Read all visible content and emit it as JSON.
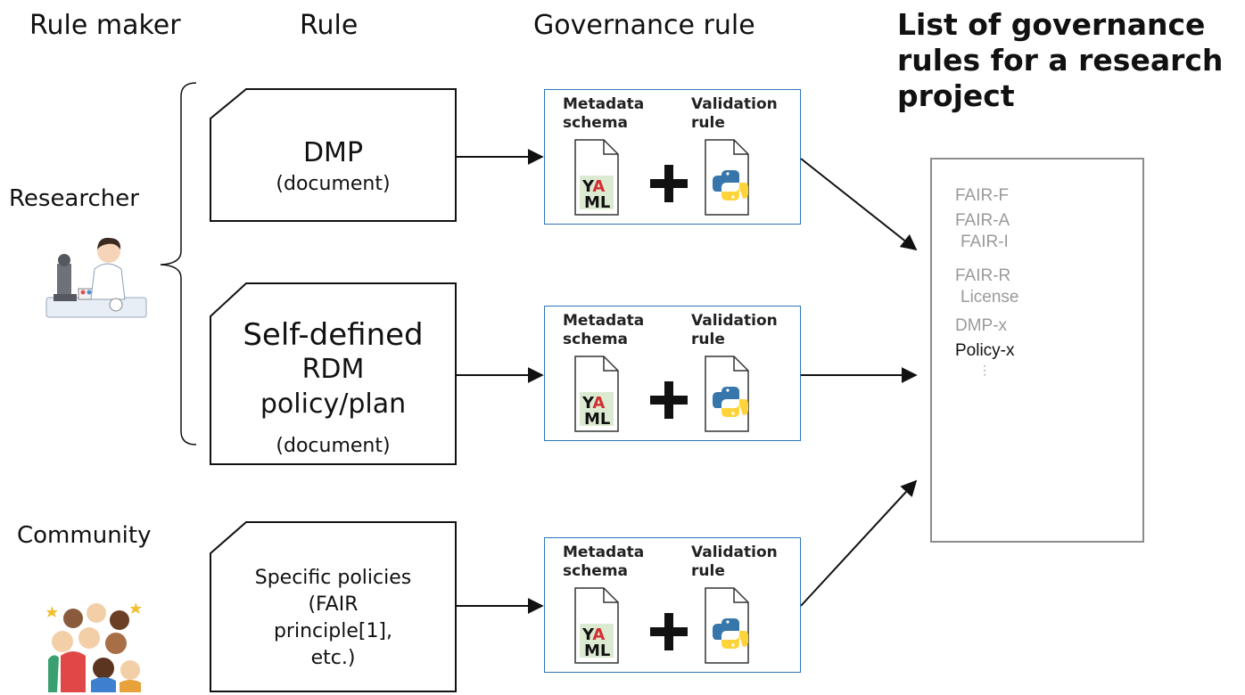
{
  "headers": {
    "rule_maker": "Rule maker",
    "rule": "Rule",
    "governance_rule": "Governance rule",
    "list_title_line1": "List of governance",
    "list_title_line2": "rules for a research",
    "list_title_line3": "project"
  },
  "actors": {
    "researcher": "Researcher",
    "community": "Community"
  },
  "documents": {
    "dmp": {
      "title": "DMP",
      "subtitle": "(document)"
    },
    "self_defined": {
      "line1": "Self-defined",
      "line2": "RDM",
      "line3": "policy/plan",
      "subtitle": "(document)"
    },
    "specific": {
      "line1": "Specific policies",
      "line2": "(FAIR",
      "line3": "principle[1],",
      "line4": "etc.)"
    }
  },
  "governance_box": {
    "metadata_line1": "Metadata",
    "metadata_line2": "schema",
    "validation_line1": "Validation",
    "validation_line2": "rule",
    "yaml_top": "YA",
    "yaml_bottom": "ML",
    "plus": "+"
  },
  "rule_list": {
    "items": [
      "FAIR-F",
      "FAIR-A",
      "FAIR-I",
      "FAIR-R",
      "License",
      "DMP-x",
      "Policy-x"
    ],
    "ellipsis": "⋮",
    "highlight_color": "#111111",
    "muted_color": "#9a9a9a"
  },
  "colors": {
    "box_border": "#2e75b6",
    "yaml_red": "#d32f2f",
    "python_blue": "#3776ab",
    "python_yellow": "#ffd43b"
  }
}
